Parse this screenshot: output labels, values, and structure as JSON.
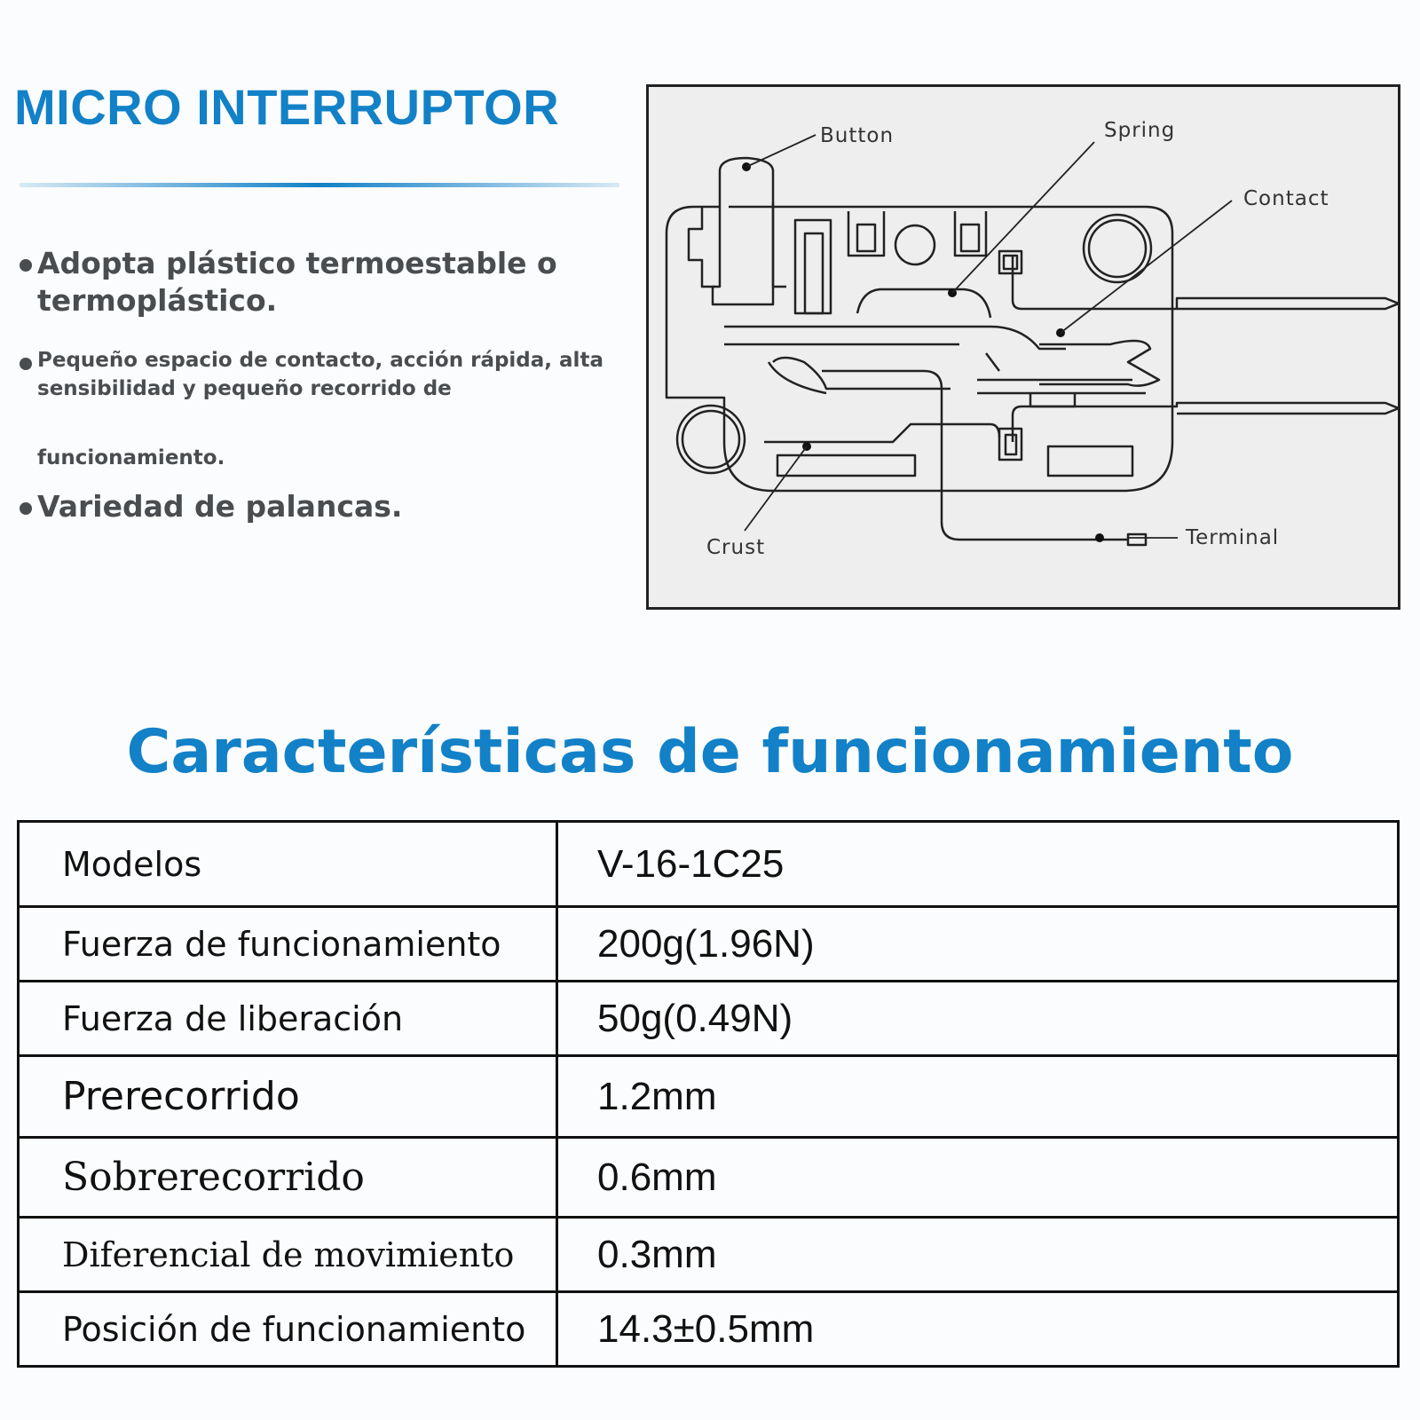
{
  "header": {
    "title": "MICRO INTERRUPTOR"
  },
  "features": [
    {
      "text": "Adopta plástico termoestable o termoplástico."
    },
    {
      "text": "Pequeño espacio de contacto, acción rápida, alta sensibilidad y pequeño recorrido de",
      "continuation": "funcionamiento."
    },
    {
      "text": "Variedad de palancas."
    }
  ],
  "diagram": {
    "labels": {
      "button": "Button",
      "spring": "Spring",
      "contact": "Contact",
      "crust": "Crust",
      "terminal": "Terminal"
    }
  },
  "specs": {
    "title": "Características de funcionamiento",
    "rows": [
      {
        "label": "Modelos",
        "value": "V-16-1C25"
      },
      {
        "label": "Fuerza de funcionamiento",
        "value": "200g(1.96N)"
      },
      {
        "label": "Fuerza de liberación",
        "value": "50g(0.49N)"
      },
      {
        "label": "Prerecorrido",
        "value": "1.2mm"
      },
      {
        "label": "Sobrerecorrido",
        "value": "0.6mm"
      },
      {
        "label": "Diferencial de movimiento",
        "value": "0.3mm"
      },
      {
        "label": "Posición de funcionamiento",
        "value": "14.3±0.5mm"
      }
    ]
  }
}
